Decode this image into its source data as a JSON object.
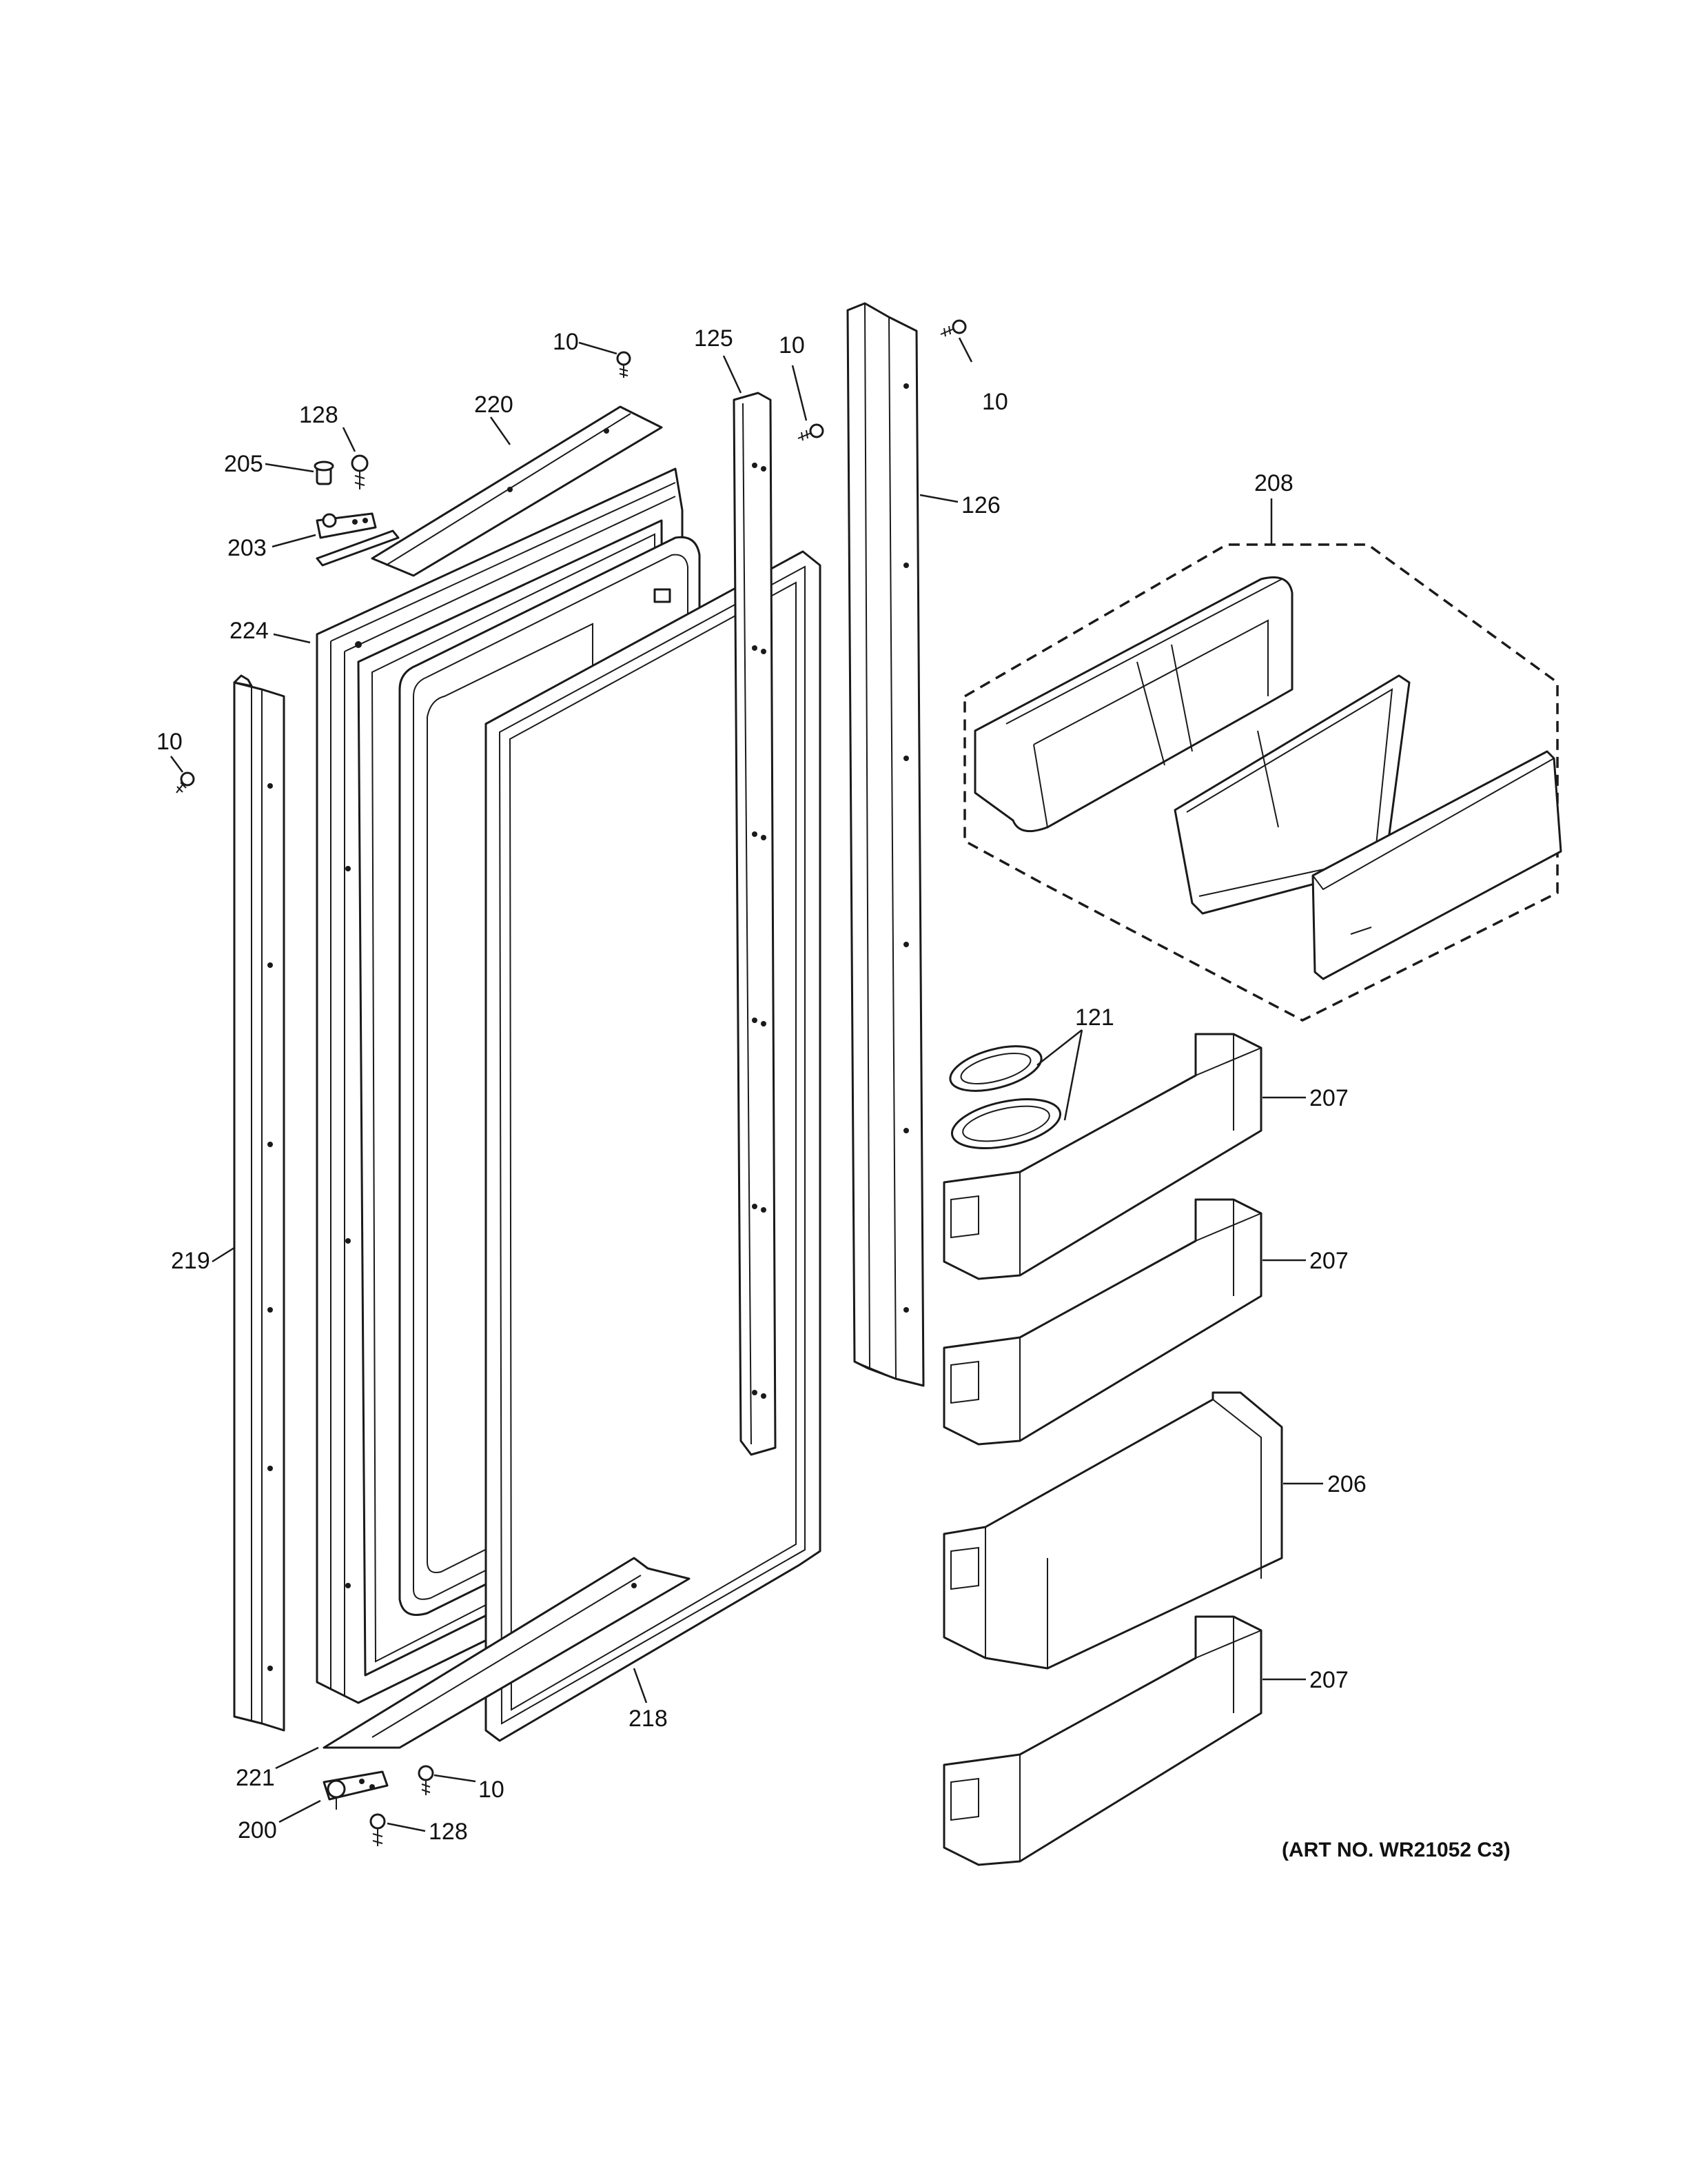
{
  "callouts": [
    "10",
    "10",
    "10",
    "125",
    "126",
    "128",
    "220",
    "205",
    "203",
    "224",
    "10",
    "219",
    "208",
    "121",
    "207",
    "207",
    "206",
    "207",
    "221",
    "200",
    "10",
    "128",
    "218"
  ],
  "art_number": "(ART NO. WR21052 C3)"
}
